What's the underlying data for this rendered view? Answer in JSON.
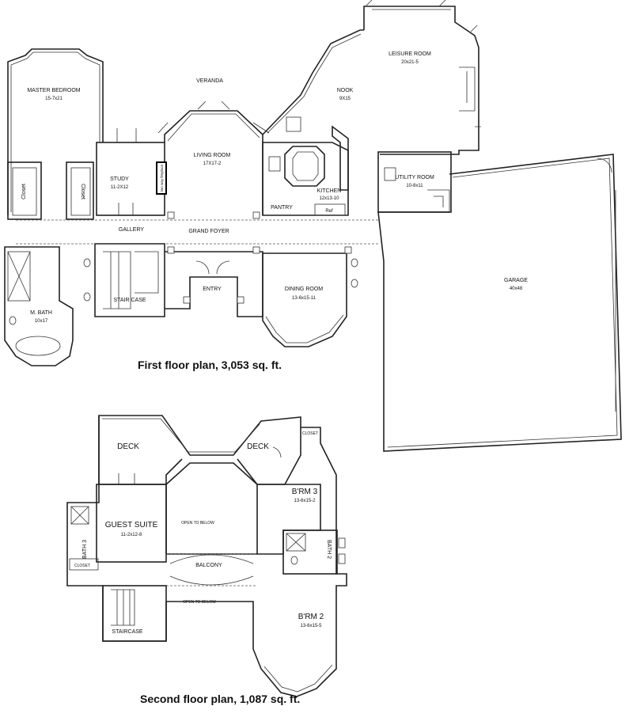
{
  "first_floor": {
    "caption": "First floor plan, 3,053 sq. ft.",
    "rooms": {
      "master_bedroom": {
        "name": "MASTER BEDROOM",
        "dim": "15-7x21"
      },
      "veranda": {
        "name": "VERANDA"
      },
      "living_room": {
        "name": "LIVING ROOM",
        "dim": "17X17-2"
      },
      "nook": {
        "name": "NOOK",
        "dim": "9X15"
      },
      "leisure_room": {
        "name": "LEISURE ROOM",
        "dim": "20x21-5"
      },
      "study": {
        "name": "STUDY",
        "dim": "11-2X12"
      },
      "kitchen": {
        "name": "KITCHEN",
        "dim": "12x13-10"
      },
      "pantry": {
        "name": "PANTRY"
      },
      "ref": {
        "name": "Ref"
      },
      "utility_room": {
        "name": "UTILITY ROOM",
        "dim": "10-8x11"
      },
      "gallery": {
        "name": "GALLERY"
      },
      "grand_foyer": {
        "name": "GRAND FOYER"
      },
      "entry": {
        "name": "ENTRY"
      },
      "dining_room": {
        "name": "DINING ROOM",
        "dim": "13-6x15-11"
      },
      "stair_case": {
        "name": "STAIR CASE"
      },
      "m_bath": {
        "name": "M. BATH",
        "dim": "10x17"
      },
      "garage": {
        "name": "GARAGE",
        "dim": "40x48"
      },
      "closet_1": {
        "name": "Closet"
      },
      "closet_2": {
        "name": "Closet"
      },
      "fireplace": {
        "name": "two way fireplace"
      }
    }
  },
  "second_floor": {
    "caption": "Second floor plan, 1,087 sq. ft.",
    "rooms": {
      "deck_1": {
        "name": "DECK"
      },
      "deck_2": {
        "name": "DECK"
      },
      "closet_top": {
        "name": "CLOSET"
      },
      "brm3": {
        "name": "B'RM 3",
        "dim": "13-6x15-2"
      },
      "guest_suite": {
        "name": "GUEST SUITE",
        "dim": "11-2x12-8"
      },
      "open_below_1": {
        "name": "OPEN TO BELOW"
      },
      "bath3": {
        "name": "BATH 3"
      },
      "closet_left": {
        "name": "CLOSET"
      },
      "balcony": {
        "name": "BALCONY"
      },
      "bath2": {
        "name": "BATH 2"
      },
      "open_below_2": {
        "name": "OPEN TO BELOW"
      },
      "brm2": {
        "name": "B'RM 2",
        "dim": "13-6x15-5"
      },
      "staircase": {
        "name": "STAIRCASE"
      }
    }
  }
}
